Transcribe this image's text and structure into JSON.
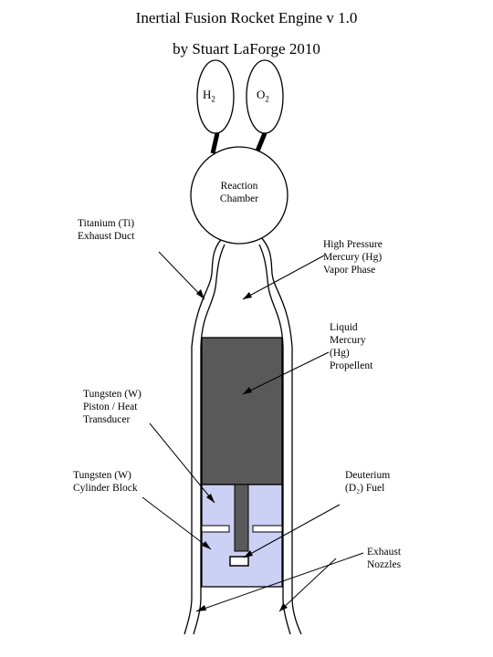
{
  "title": "Inertial Fusion Rocket Engine v 1.0",
  "byline": "by Stuart LaForge 2010",
  "tanks": {
    "h2": {
      "symbol": "H",
      "sub": "2"
    },
    "o2": {
      "symbol": "O",
      "sub": "2"
    }
  },
  "labels": {
    "chamber": [
      "Reaction",
      "Chamber"
    ],
    "titanium": [
      "Titanium (Ti)",
      "Exhaust Duct"
    ],
    "vapor": [
      "High Pressure",
      "Mercury (Hg)",
      "Vapor Phase"
    ],
    "liquid": [
      "Liquid",
      "Mercury",
      "(Hg)",
      "Propellent"
    ],
    "piston": [
      "Tungsten (W)",
      "Piston / Heat",
      "Transducer"
    ],
    "cylinder": [
      "Tungsten (W)",
      "Cylinder Block"
    ],
    "deuterium": [
      "Deuterium",
      "(D₂) Fuel"
    ],
    "nozzles": [
      "Exhaust",
      "Nozzles"
    ]
  },
  "colors": {
    "liquid_mercury": "#595959",
    "tungsten": "#ccd0f4",
    "outline": "#000000"
  }
}
